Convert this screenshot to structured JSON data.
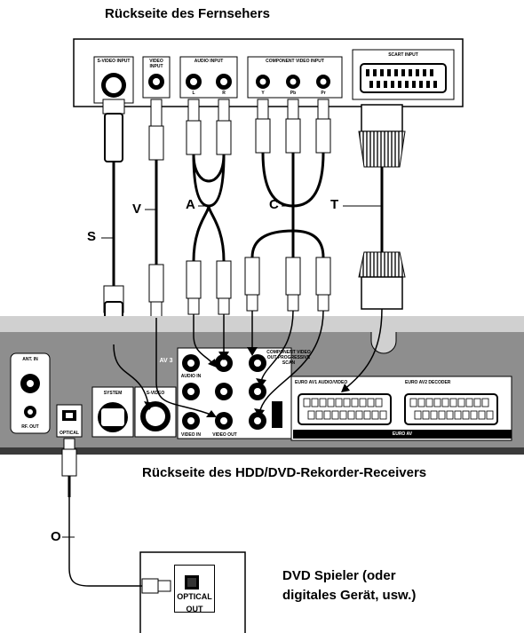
{
  "titles": {
    "tv_back": "Rückseite des Fernsehers",
    "recorder_back": "Rückseite des HDD/DVD-Rekorder-Receivers",
    "dvd_player_line1": "DVD Spieler (oder",
    "dvd_player_line2": "digitales Gerät, usw.)"
  },
  "cable_labels": {
    "s": "S",
    "v": "V",
    "a": "A",
    "c": "C",
    "t": "T",
    "o": "O"
  },
  "tv_panel": {
    "svideo": "S-VIDEO INPUT",
    "video": "VIDEO INPUT",
    "audio": "AUDIO INPUT",
    "audio_l": "L",
    "audio_r": "R",
    "component": "COMPONENT VIDEO INPUT",
    "comp_y": "Y",
    "comp_pb": "Pb",
    "comp_pr": "Pr",
    "scart": "SCART INPUT"
  },
  "recorder_panel": {
    "ant_in": "ANT. IN",
    "rf_out": "RF. OUT",
    "system": "SYSTEM",
    "s_video": "S-VIDEO",
    "av3": "AV 3",
    "audio_in": "AUDIO IN",
    "video_in": "VIDEO IN",
    "video_out": "VIDEO OUT",
    "component_out": "COMPONENT VIDEO OUT PROGRESSIVE SCAN",
    "euro_av1": "EURO AV1 AUDIO/VIDEO",
    "euro_av2": "EURO AV2 DECODER",
    "euro_av": "EURO AV",
    "optical": "OPTICAL"
  },
  "device": {
    "optical": "OPTICAL",
    "out": "OUT"
  }
}
